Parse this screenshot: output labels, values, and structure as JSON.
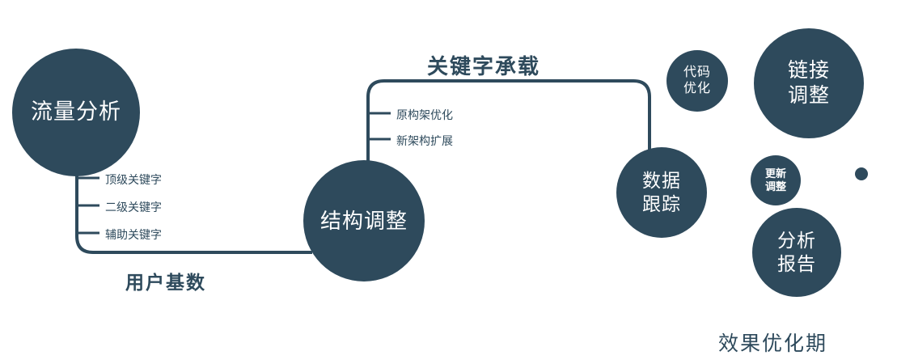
{
  "palette": {
    "node_fill": "#2e4a5c",
    "node_text": "#ffffff",
    "label_text": "#2e4a5c"
  },
  "nodes": {
    "traffic": {
      "label": "流量分析"
    },
    "structure": {
      "label": "结构调整"
    },
    "tracking": {
      "line1": "数据",
      "line2": "跟踪"
    },
    "code": {
      "line1": "代码",
      "line2": "优化"
    },
    "link": {
      "line1": "链接",
      "line2": "调整"
    },
    "update": {
      "line1": "更新",
      "line2": "调整"
    },
    "report": {
      "line1": "分析",
      "line2": "报告"
    }
  },
  "branches": {
    "traffic": [
      "顶级关键字",
      "二级关键字",
      "辅助关键字"
    ],
    "structure": [
      "原构架优化",
      "新架构扩展"
    ]
  },
  "edge_labels": {
    "user_base": "用户基数",
    "keyword_carry": "关键字承载"
  },
  "footer": {
    "phase": "效果优化期"
  }
}
